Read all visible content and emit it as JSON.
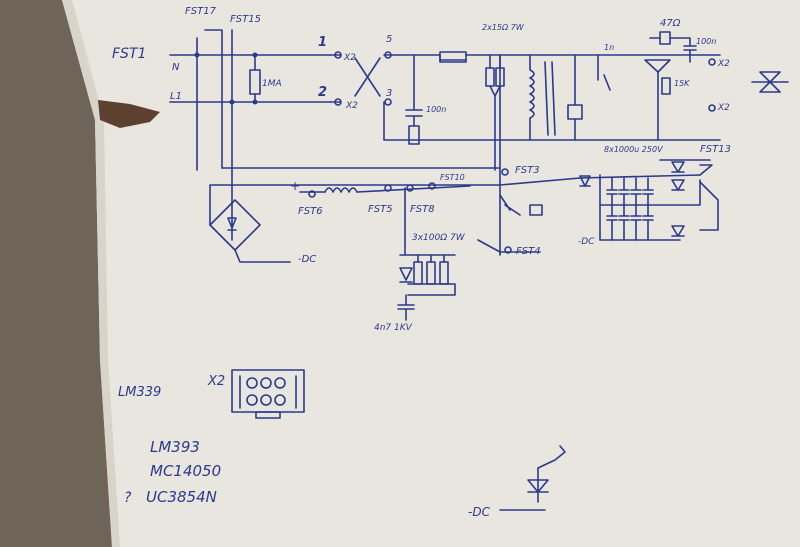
{
  "colors": {
    "paper": "#e9e6df",
    "ink": "#2a3a8c",
    "table": "#6f6458"
  },
  "labels": {
    "fst17": "FST17",
    "fst15": "FST15",
    "fst1": "FST1",
    "n": "N",
    "l1": "L1",
    "res_1m": "1MA",
    "pin1": "1",
    "pin2": "2",
    "pin3": "3",
    "pin5": "5",
    "x2a": "X2",
    "x2b": "X2",
    "x2c": "X2",
    "x2d": "X2",
    "r_top": "2x15Ω 7W",
    "r_47": "47Ω",
    "c_100n": "100n",
    "c_100n_2": "100n",
    "r_15k": "15K",
    "c_1n": "1n",
    "fst3": "FST3",
    "fst13": "FST13",
    "caps": "8x1000u 250V",
    "fst6": "FST6",
    "fst5": "FST5",
    "fst8": "FST8",
    "fst10": "FST10",
    "fst4": "FST4",
    "plus": "+",
    "minus_dc": "-DC",
    "res3": "3x100Ω 7W",
    "cap4n7": "4n7 1KV",
    "x2_label": "X2",
    "lm339": "LM339",
    "ic1": "LM393",
    "ic2": "MC14050",
    "ic3": "UC3854N",
    "q": "?",
    "minus_dc2": "-DC"
  }
}
